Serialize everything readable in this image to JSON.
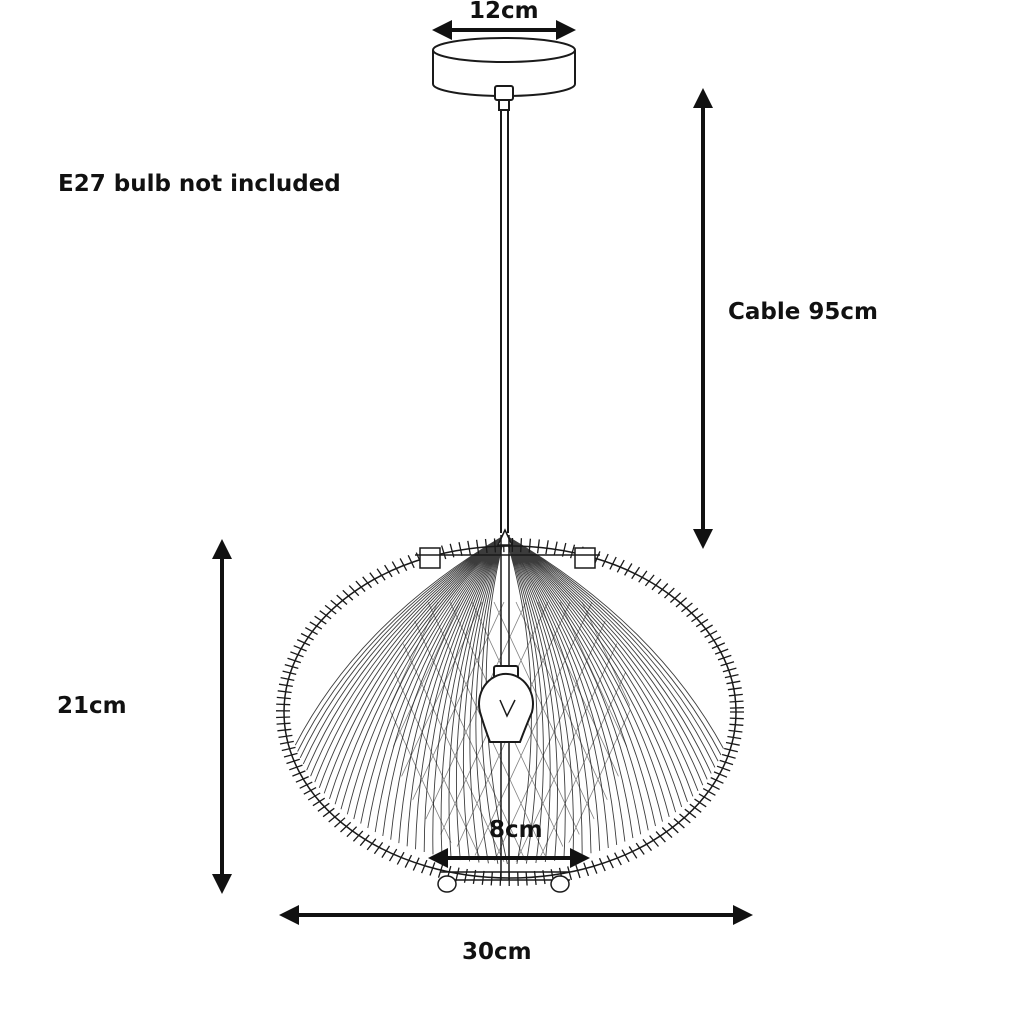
{
  "note": "E27 bulb not included",
  "dimensions": {
    "canopy_width": "12cm",
    "cable_length": "Cable 95cm",
    "shade_height": "21cm",
    "bottom_ring": "8cm",
    "shade_width": "30cm"
  },
  "colors": {
    "line": "#1a1a1a",
    "shade_fill": "#ffffff",
    "background": "#ffffff"
  }
}
